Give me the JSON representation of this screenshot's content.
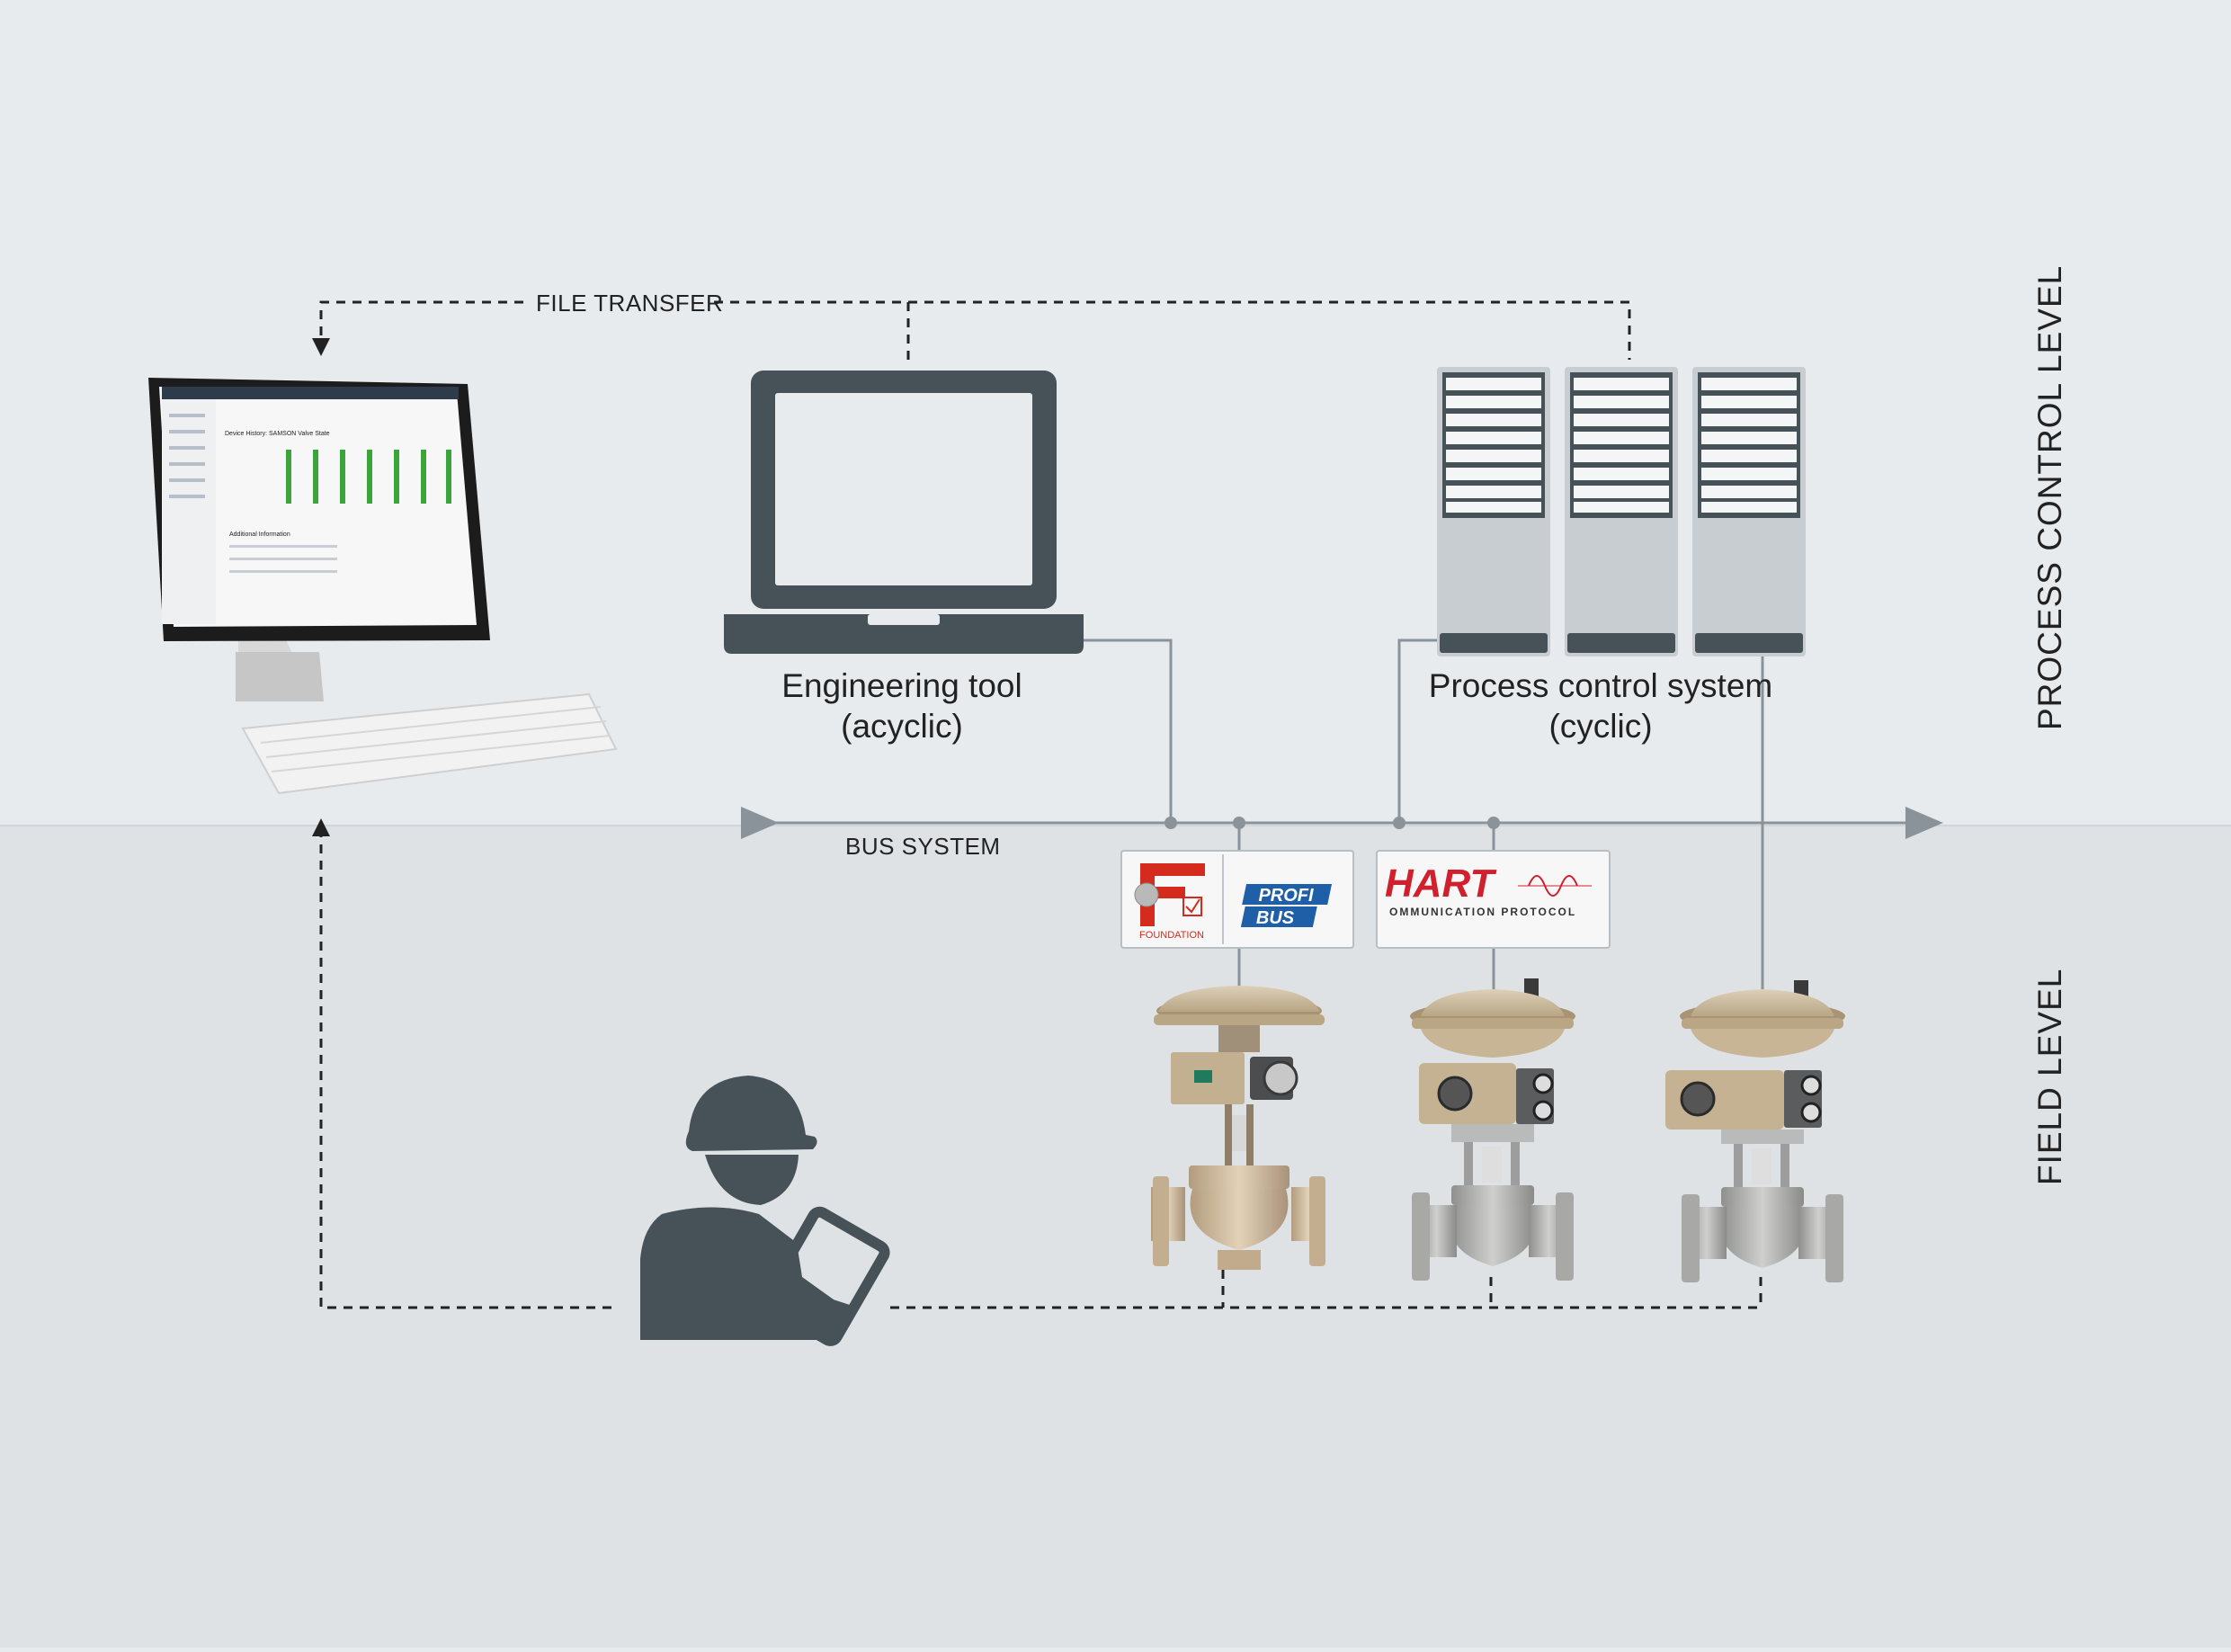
{
  "labels": {
    "file_transfer": "FILE TRANSFER",
    "bus_system": "BUS SYSTEM",
    "engineering_tool_line1": "Engineering tool",
    "engineering_tool_line2": "(acyclic)",
    "process_control_line1": "Process control system",
    "process_control_line2": "(cyclic)",
    "process_control_level": "PROCESS CONTROL LEVEL",
    "field_level": "FIELD LEVEL"
  },
  "logos": {
    "foundation": "FOUNDATION",
    "profibus_top": "PROFI",
    "profibus_bottom": "BUS",
    "hart": "HART",
    "hart_sub": "OMMUNICATION PROTOCOL"
  },
  "screen": {
    "section_title": "Device History: SAMSON Valve State",
    "additional_info": "Additional Information"
  },
  "colors": {
    "upper_bg": "#e8ebee",
    "lower_bg": "#dfe2e5",
    "icon_dark": "#475258",
    "line": "#8a9399",
    "foundation_red": "#d52b1e",
    "profibus_blue": "#1f5fa8",
    "hart_red": "#d0202e",
    "valve_beige": "#c9b79a",
    "valve_steel": "#a9aaa8"
  }
}
